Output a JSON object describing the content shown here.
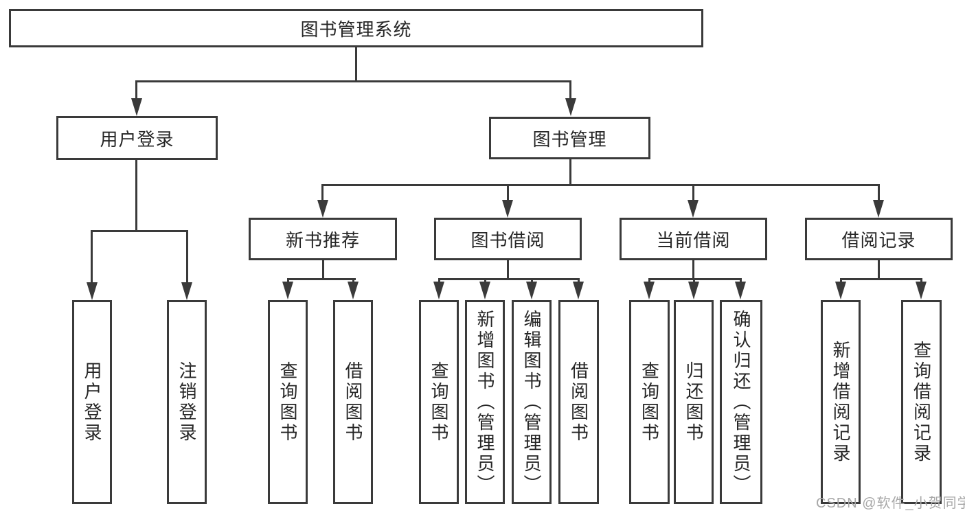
{
  "diagram": {
    "root": {
      "label": "图书管理系统"
    },
    "branches": [
      {
        "label": "用户登录",
        "children": [
          {
            "label": "用户登录"
          },
          {
            "label": "注销登录"
          }
        ]
      },
      {
        "label": "图书管理",
        "children": [
          {
            "label": "新书推荐",
            "children": [
              {
                "label": "查询图书"
              },
              {
                "label": "借阅图书"
              }
            ]
          },
          {
            "label": "图书借阅",
            "children": [
              {
                "label": "查询图书"
              },
              {
                "label": "新增图书（管理员）"
              },
              {
                "label": "编辑图书（管理员）"
              },
              {
                "label": "借阅图书"
              }
            ]
          },
          {
            "label": "当前借阅",
            "children": [
              {
                "label": "查询图书"
              },
              {
                "label": "归还图书"
              },
              {
                "label": "确认归还（管理员）"
              }
            ]
          },
          {
            "label": "借阅记录",
            "children": [
              {
                "label": "新增借阅记录"
              },
              {
                "label": "查询借阅记录"
              }
            ]
          }
        ]
      }
    ]
  },
  "watermark": {
    "text": "CSDN @软件_小贺同学"
  },
  "colors": {
    "line": "#3a3a3a",
    "text": "#262626",
    "bg": "#ffffff",
    "watermark": "#a8a8a8"
  }
}
